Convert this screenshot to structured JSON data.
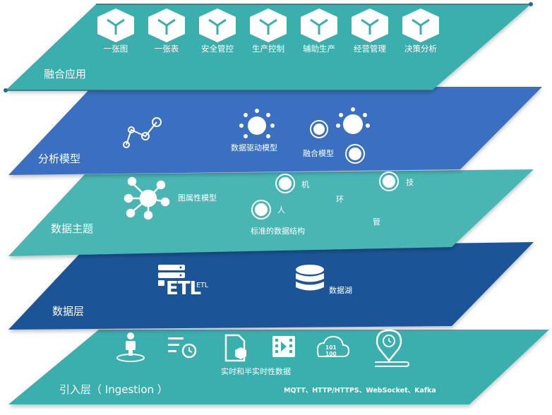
{
  "colors": {
    "teal": "#3aaeae",
    "teal_light": "#48b6b4",
    "blue": "#3b6fc0",
    "navy": "#1f5597",
    "edge": "#2c6a86"
  },
  "layers": {
    "application": {
      "title": "融合应用",
      "apps": [
        {
          "label": "一张图",
          "icon": "cube-icon"
        },
        {
          "label": "一张表",
          "icon": "cube-icon"
        },
        {
          "label": "安全管控",
          "icon": "cube-icon"
        },
        {
          "label": "生产控制",
          "icon": "cube-icon"
        },
        {
          "label": "辅助生产",
          "icon": "cube-icon"
        },
        {
          "label": "经营管理",
          "icon": "cube-icon"
        },
        {
          "label": "决策分析",
          "icon": "cube-icon"
        }
      ]
    },
    "analysis": {
      "title": "分析模型",
      "data_driven_label": "数据驱动模型",
      "fusion_label": "融合模型"
    },
    "topic": {
      "title": "数据主题",
      "graph_label": "图属性模型",
      "structure_label": "标准的数据结构",
      "nodes": {
        "machine": "机",
        "person": "人",
        "env": "环",
        "tech": "技",
        "mgmt": "管"
      }
    },
    "data": {
      "title": "数据层",
      "etl_logo": "ETL",
      "etl_label": "ETL",
      "lake_label": "数据湖"
    },
    "ingestion": {
      "title": "引入层（ Ingestion ）",
      "realtime_label": "实时和半实时性数据",
      "protocols": "MQTT、HTTP/HTTPS、WebSocket、Kafka",
      "binary_text": "101\n100"
    }
  }
}
